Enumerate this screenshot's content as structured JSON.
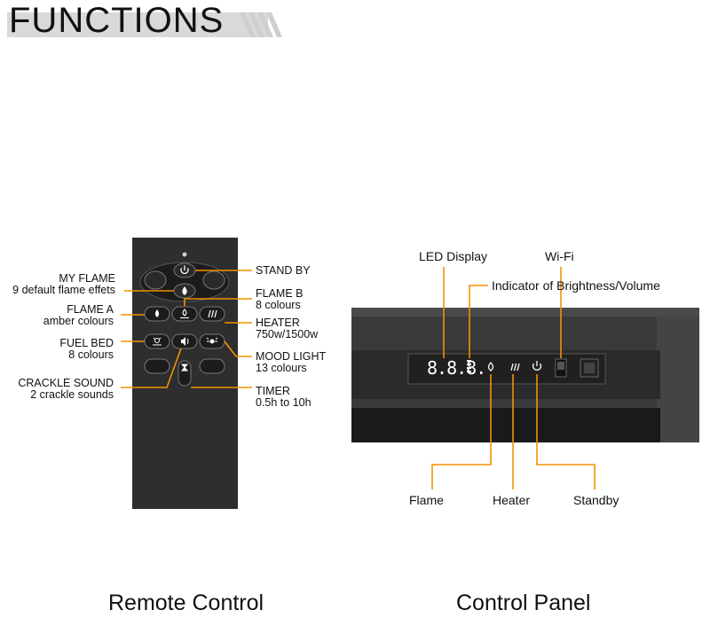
{
  "header": {
    "title": "FUNCTIONS"
  },
  "remote": {
    "caption": "Remote Control",
    "labels": {
      "my_flame": {
        "name": "MY FLAME",
        "detail": "9 default flame effets"
      },
      "flame_a": {
        "name": "FLAME A",
        "detail": "amber colours"
      },
      "fuel_bed": {
        "name": "FUEL BED",
        "detail": "8 colours"
      },
      "crackle_sound": {
        "name": "CRACKLE SOUND",
        "detail": "2 crackle sounds"
      },
      "stand_by": {
        "name": "STAND BY"
      },
      "flame_b": {
        "name": "FLAME B",
        "detail": "8 colours"
      },
      "heater": {
        "name": "HEATER",
        "detail": "750w/1500w"
      },
      "mood_light": {
        "name": "MOOD LIGHT",
        "detail": "13 colours"
      },
      "timer": {
        "name": "TIMER",
        "detail": "0.5h to 10h"
      }
    },
    "buttons": {
      "minus": "−",
      "plus": "+"
    }
  },
  "panel": {
    "caption": "Control Panel",
    "display_digits": "8.8.8.",
    "labels": {
      "led_display": "LED Display",
      "wifi": "Wi-Fi",
      "indicator": "Indicator of Brightness/Volume",
      "flame": "Flame",
      "heater": "Heater",
      "standby": "Standby"
    }
  },
  "colors": {
    "accent": "#f39200",
    "remote_body": "#2e2e2e",
    "panel_body": "#333333",
    "title_bar": "#d9d9d9"
  }
}
